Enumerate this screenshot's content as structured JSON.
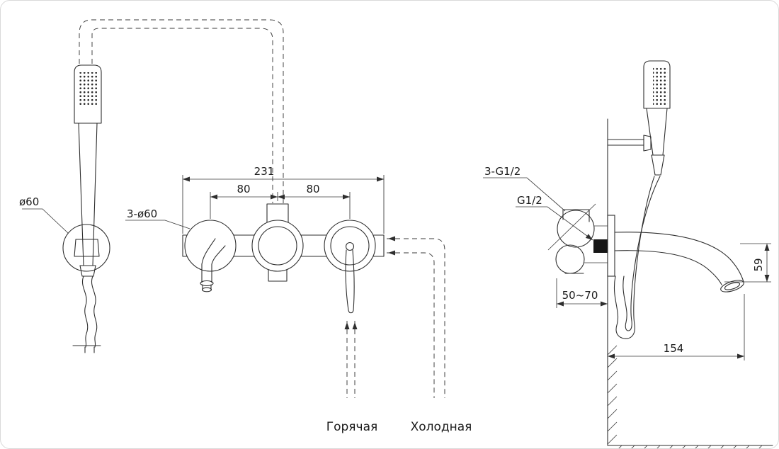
{
  "left_view": {
    "dia_label": "ø60"
  },
  "front_view": {
    "dim_total": "231",
    "dim_left": "80",
    "dim_right": "80",
    "holes_label": "3-ø60",
    "hot_label": "Горячая",
    "cold_label": "Холодная"
  },
  "side_view": {
    "thread_label_3": "3-G1/2",
    "thread_label": "G1/2",
    "depth_range": "50~70",
    "spout_drop": "59",
    "spout_reach": "154"
  },
  "colors": {
    "line": "#2e2e2e",
    "background": "#ffffff"
  }
}
